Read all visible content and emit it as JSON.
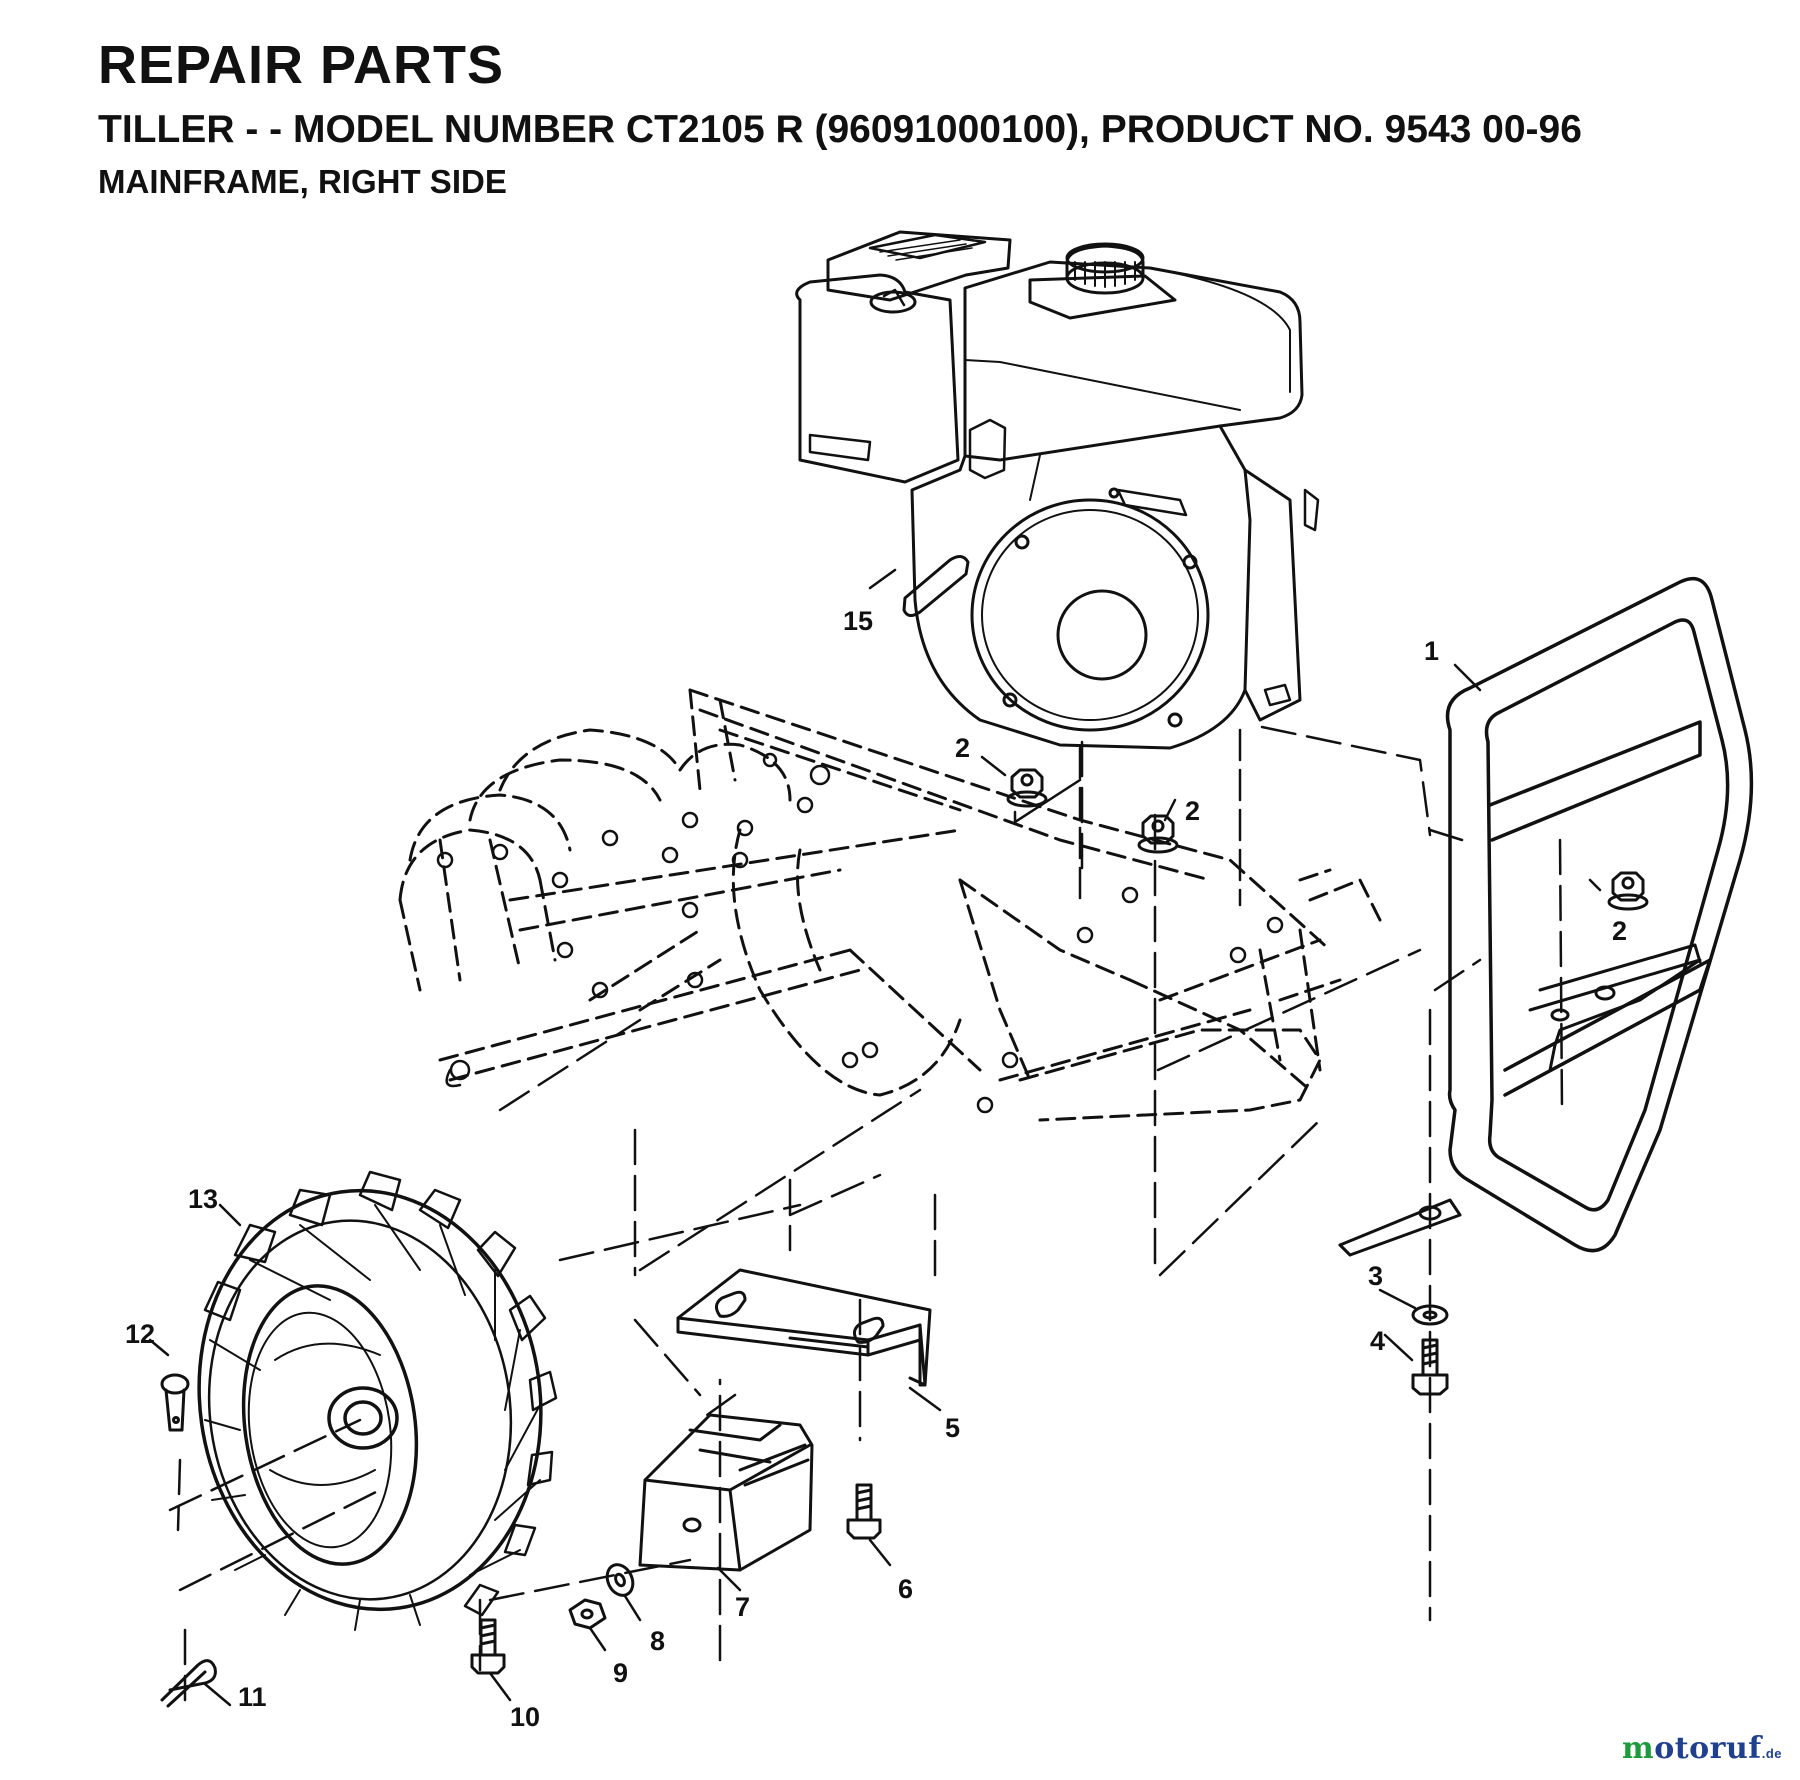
{
  "header": {
    "title": "REPAIR PARTS",
    "subtitle": "TILLER - - MODEL NUMBER CT2105 R (96091000100), PRODUCT NO. 9543 00-96",
    "section": "MAINFRAME, RIGHT SIDE"
  },
  "callouts": {
    "c1": "1",
    "c2a": "2",
    "c2b": "2",
    "c2c": "2",
    "c3": "3",
    "c4": "4",
    "c5": "5",
    "c6": "6",
    "c7": "7",
    "c8": "8",
    "c9": "9",
    "c10": "10",
    "c11": "11",
    "c12": "12",
    "c13": "13",
    "c15": "15"
  },
  "watermark": {
    "brand": "motoruf",
    "domain": ".de",
    "colors": {
      "accent_m": "#1d9b3a",
      "rest": "#1f3f8f",
      "dot": "#d8141e"
    }
  }
}
